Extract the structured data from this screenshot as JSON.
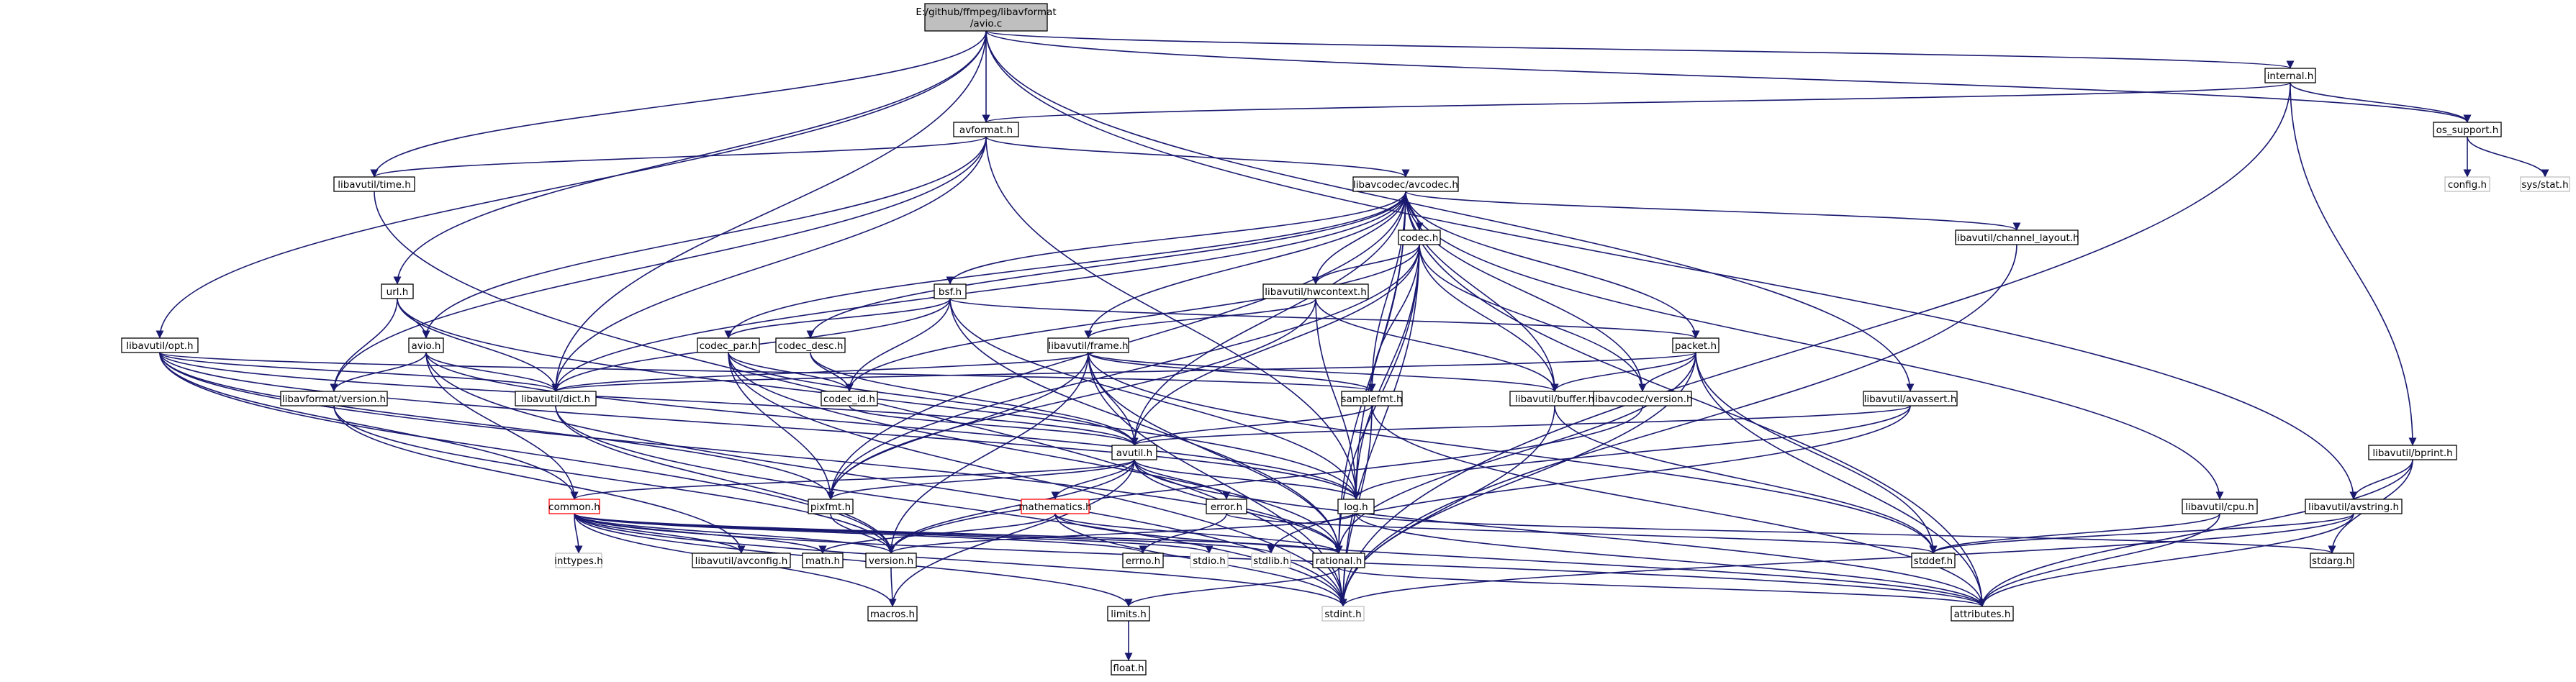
{
  "graph": {
    "title": "E:/github/ffmpeg/libavformat/avio.c",
    "nodes": [
      {
        "id": "root",
        "label": [
          "E:/github/ffmpeg/libavformat",
          "/avio.c"
        ],
        "kind": "root"
      },
      {
        "id": "avformat_h",
        "label": [
          "avformat.h"
        ],
        "kind": "normal"
      },
      {
        "id": "internal_h",
        "label": [
          "internal.h"
        ],
        "kind": "normal"
      },
      {
        "id": "os_support_h",
        "label": [
          "os_support.h"
        ],
        "kind": "normal"
      },
      {
        "id": "config_h",
        "label": [
          "config.h"
        ],
        "kind": "system"
      },
      {
        "id": "sys_stat_h",
        "label": [
          "sys/stat.h"
        ],
        "kind": "system"
      },
      {
        "id": "libavutil_time_h",
        "label": [
          "libavutil/time.h"
        ],
        "kind": "normal"
      },
      {
        "id": "libavcodec_avcodec_h",
        "label": [
          "libavcodec/avcodec.h"
        ],
        "kind": "normal"
      },
      {
        "id": "codec_h",
        "label": [
          "codec.h"
        ],
        "kind": "normal"
      },
      {
        "id": "libavutil_channel_layout_h",
        "label": [
          "libavutil/channel_layout.h"
        ],
        "kind": "normal"
      },
      {
        "id": "url_h",
        "label": [
          "url.h"
        ],
        "kind": "normal"
      },
      {
        "id": "bsf_h",
        "label": [
          "bsf.h"
        ],
        "kind": "normal"
      },
      {
        "id": "libavutil_hwcontext_h",
        "label": [
          "libavutil/hwcontext.h"
        ],
        "kind": "normal"
      },
      {
        "id": "libavutil_opt_h",
        "label": [
          "libavutil/opt.h"
        ],
        "kind": "normal"
      },
      {
        "id": "avio_h",
        "label": [
          "avio.h"
        ],
        "kind": "normal"
      },
      {
        "id": "codec_par_h",
        "label": [
          "codec_par.h"
        ],
        "kind": "normal"
      },
      {
        "id": "codec_desc_h",
        "label": [
          "codec_desc.h"
        ],
        "kind": "normal"
      },
      {
        "id": "libavutil_frame_h",
        "label": [
          "libavutil/frame.h"
        ],
        "kind": "normal"
      },
      {
        "id": "packet_h",
        "label": [
          "packet.h"
        ],
        "kind": "normal"
      },
      {
        "id": "libavformat_version_h",
        "label": [
          "libavformat/version.h"
        ],
        "kind": "normal"
      },
      {
        "id": "libavutil_dict_h",
        "label": [
          "libavutil/dict.h"
        ],
        "kind": "normal"
      },
      {
        "id": "codec_id_h",
        "label": [
          "codec_id.h"
        ],
        "kind": "normal"
      },
      {
        "id": "samplefmt_h",
        "label": [
          "samplefmt.h"
        ],
        "kind": "normal"
      },
      {
        "id": "libavutil_buffer_h",
        "label": [
          "libavutil/buffer.h"
        ],
        "kind": "normal"
      },
      {
        "id": "libavcodec_version_h",
        "label": [
          "libavcodec/version.h"
        ],
        "kind": "normal"
      },
      {
        "id": "libavutil_avassert_h",
        "label": [
          "libavutil/avassert.h"
        ],
        "kind": "normal"
      },
      {
        "id": "avutil_h",
        "label": [
          "avutil.h"
        ],
        "kind": "normal"
      },
      {
        "id": "libavutil_bprint_h",
        "label": [
          "libavutil/bprint.h"
        ],
        "kind": "normal"
      },
      {
        "id": "common_h",
        "label": [
          "common.h"
        ],
        "kind": "incomplete"
      },
      {
        "id": "pixfmt_h",
        "label": [
          "pixfmt.h"
        ],
        "kind": "normal"
      },
      {
        "id": "mathematics_h",
        "label": [
          "mathematics.h"
        ],
        "kind": "incomplete"
      },
      {
        "id": "error_h",
        "label": [
          "error.h"
        ],
        "kind": "normal"
      },
      {
        "id": "log_h",
        "label": [
          "log.h"
        ],
        "kind": "normal"
      },
      {
        "id": "libavutil_cpu_h",
        "label": [
          "libavutil/cpu.h"
        ],
        "kind": "normal"
      },
      {
        "id": "libavutil_avstring_h",
        "label": [
          "libavutil/avstring.h"
        ],
        "kind": "normal"
      },
      {
        "id": "inttypes_h",
        "label": [
          "inttypes.h"
        ],
        "kind": "system"
      },
      {
        "id": "libavutil_avconfig_h",
        "label": [
          "libavutil/avconfig.h"
        ],
        "kind": "normal"
      },
      {
        "id": "math_h",
        "label": [
          "math.h"
        ],
        "kind": "normal"
      },
      {
        "id": "version_h",
        "label": [
          "version.h"
        ],
        "kind": "normal"
      },
      {
        "id": "errno_h",
        "label": [
          "errno.h"
        ],
        "kind": "normal"
      },
      {
        "id": "stdio_h",
        "label": [
          "stdio.h"
        ],
        "kind": "system"
      },
      {
        "id": "stdlib_h",
        "label": [
          "stdlib.h"
        ],
        "kind": "system"
      },
      {
        "id": "rational_h",
        "label": [
          "rational.h"
        ],
        "kind": "normal"
      },
      {
        "id": "stddef_h",
        "label": [
          "stddef.h"
        ],
        "kind": "normal"
      },
      {
        "id": "stdarg_h",
        "label": [
          "stdarg.h"
        ],
        "kind": "normal"
      },
      {
        "id": "macros_h",
        "label": [
          "macros.h"
        ],
        "kind": "normal"
      },
      {
        "id": "limits_h",
        "label": [
          "limits.h"
        ],
        "kind": "normal"
      },
      {
        "id": "stdint_h",
        "label": [
          "stdint.h"
        ],
        "kind": "system"
      },
      {
        "id": "attributes_h",
        "label": [
          "attributes.h"
        ],
        "kind": "normal"
      },
      {
        "id": "float_h",
        "label": [
          "float.h"
        ],
        "kind": "normal"
      }
    ],
    "edges": [
      [
        "root",
        "avformat_h"
      ],
      [
        "root",
        "internal_h"
      ],
      [
        "root",
        "os_support_h"
      ],
      [
        "root",
        "libavutil_time_h"
      ],
      [
        "root",
        "url_h"
      ],
      [
        "root",
        "libavutil_opt_h"
      ],
      [
        "root",
        "libavutil_dict_h"
      ],
      [
        "root",
        "libavutil_avassert_h"
      ],
      [
        "root",
        "libavutil_avstring_h"
      ],
      [
        "internal_h",
        "os_support_h"
      ],
      [
        "internal_h",
        "avformat_h"
      ],
      [
        "internal_h",
        "libavutil_bprint_h"
      ],
      [
        "internal_h",
        "stdint_h"
      ],
      [
        "os_support_h",
        "config_h"
      ],
      [
        "os_support_h",
        "sys_stat_h"
      ],
      [
        "avformat_h",
        "libavutil_time_h"
      ],
      [
        "avformat_h",
        "libavcodec_avcodec_h"
      ],
      [
        "avformat_h",
        "avio_h"
      ],
      [
        "avformat_h",
        "libavformat_version_h"
      ],
      [
        "avformat_h",
        "libavutil_dict_h"
      ],
      [
        "avformat_h",
        "log_h"
      ],
      [
        "libavutil_time_h",
        "stdint_h"
      ],
      [
        "libavcodec_avcodec_h",
        "codec_h"
      ],
      [
        "libavcodec_avcodec_h",
        "libavutil_channel_layout_h"
      ],
      [
        "libavcodec_avcodec_h",
        "bsf_h"
      ],
      [
        "libavcodec_avcodec_h",
        "libavutil_hwcontext_h"
      ],
      [
        "libavcodec_avcodec_h",
        "codec_par_h"
      ],
      [
        "libavcodec_avcodec_h",
        "codec_desc_h"
      ],
      [
        "libavcodec_avcodec_h",
        "libavutil_frame_h"
      ],
      [
        "libavcodec_avcodec_h",
        "packet_h"
      ],
      [
        "libavcodec_avcodec_h",
        "libavutil_dict_h"
      ],
      [
        "libavcodec_avcodec_h",
        "samplefmt_h"
      ],
      [
        "libavcodec_avcodec_h",
        "libavutil_buffer_h"
      ],
      [
        "libavcodec_avcodec_h",
        "libavcodec_version_h"
      ],
      [
        "libavcodec_avcodec_h",
        "avutil_h"
      ],
      [
        "libavcodec_avcodec_h",
        "pixfmt_h"
      ],
      [
        "libavcodec_avcodec_h",
        "log_h"
      ],
      [
        "libavcodec_avcodec_h",
        "rational_h"
      ],
      [
        "libavcodec_avcodec_h",
        "libavutil_cpu_h"
      ],
      [
        "libavcodec_avcodec_h",
        "attributes_h"
      ],
      [
        "codec_h",
        "libavutil_hwcontext_h"
      ],
      [
        "codec_h",
        "codec_id_h"
      ],
      [
        "codec_h",
        "samplefmt_h"
      ],
      [
        "codec_h",
        "libavcodec_version_h"
      ],
      [
        "codec_h",
        "avutil_h"
      ],
      [
        "codec_h",
        "log_h"
      ],
      [
        "codec_h",
        "pixfmt_h"
      ],
      [
        "codec_h",
        "rational_h"
      ],
      [
        "codec_h",
        "libavutil_buffer_h"
      ],
      [
        "codec_h",
        "stdint_h"
      ],
      [
        "libavutil_channel_layout_h",
        "stdint_h"
      ],
      [
        "url_h",
        "avio_h"
      ],
      [
        "url_h",
        "libavformat_version_h"
      ],
      [
        "url_h",
        "libavutil_dict_h"
      ],
      [
        "url_h",
        "log_h"
      ],
      [
        "bsf_h",
        "codec_par_h"
      ],
      [
        "bsf_h",
        "codec_id_h"
      ],
      [
        "bsf_h",
        "packet_h"
      ],
      [
        "bsf_h",
        "libavutil_dict_h"
      ],
      [
        "bsf_h",
        "log_h"
      ],
      [
        "bsf_h",
        "rational_h"
      ],
      [
        "libavutil_hwcontext_h",
        "libavutil_buffer_h"
      ],
      [
        "libavutil_hwcontext_h",
        "libavutil_frame_h"
      ],
      [
        "libavutil_hwcontext_h",
        "log_h"
      ],
      [
        "libavutil_hwcontext_h",
        "pixfmt_h"
      ],
      [
        "libavutil_opt_h",
        "libavutil_dict_h"
      ],
      [
        "libavutil_opt_h",
        "avutil_h"
      ],
      [
        "libavutil_opt_h",
        "log_h"
      ],
      [
        "libavutil_opt_h",
        "pixfmt_h"
      ],
      [
        "libavutil_opt_h",
        "rational_h"
      ],
      [
        "libavutil_opt_h",
        "samplefmt_h"
      ],
      [
        "libavutil_opt_h",
        "version_h"
      ],
      [
        "libavutil_opt_h",
        "common_h"
      ],
      [
        "avio_h",
        "libavformat_version_h"
      ],
      [
        "avio_h",
        "libavutil_dict_h"
      ],
      [
        "avio_h",
        "common_h"
      ],
      [
        "avio_h",
        "log_h"
      ],
      [
        "avio_h",
        "stdint_h"
      ],
      [
        "codec_par_h",
        "codec_id_h"
      ],
      [
        "codec_par_h",
        "avutil_h"
      ],
      [
        "codec_par_h",
        "pixfmt_h"
      ],
      [
        "codec_par_h",
        "rational_h"
      ],
      [
        "codec_par_h",
        "stdint_h"
      ],
      [
        "codec_desc_h",
        "codec_id_h"
      ],
      [
        "codec_desc_h",
        "avutil_h"
      ],
      [
        "libavutil_frame_h",
        "avutil_h"
      ],
      [
        "libavutil_frame_h",
        "libavutil_buffer_h"
      ],
      [
        "libavutil_frame_h",
        "libavutil_dict_h"
      ],
      [
        "libavutil_frame_h",
        "rational_h"
      ],
      [
        "libavutil_frame_h",
        "samplefmt_h"
      ],
      [
        "libavutil_frame_h",
        "pixfmt_h"
      ],
      [
        "libavutil_frame_h",
        "version_h"
      ],
      [
        "libavutil_frame_h",
        "stddef_h"
      ],
      [
        "libavutil_frame_h",
        "stdint_h"
      ],
      [
        "packet_h",
        "libavutil_buffer_h"
      ],
      [
        "packet_h",
        "libavutil_dict_h"
      ],
      [
        "packet_h",
        "libavcodec_version_h"
      ],
      [
        "packet_h",
        "rational_h"
      ],
      [
        "packet_h",
        "stddef_h"
      ],
      [
        "packet_h",
        "stdint_h"
      ],
      [
        "packet_h",
        "attributes_h"
      ],
      [
        "libavformat_version_h",
        "version_h"
      ],
      [
        "libavformat_version_h",
        "libavutil_avconfig_h"
      ],
      [
        "libavutil_dict_h",
        "stdint_h"
      ],
      [
        "libavutil_dict_h",
        "version_h"
      ],
      [
        "codec_id_h",
        "avutil_h"
      ],
      [
        "samplefmt_h",
        "avutil_h"
      ],
      [
        "samplefmt_h",
        "attributes_h"
      ],
      [
        "samplefmt_h",
        "stdint_h"
      ],
      [
        "libavutil_buffer_h",
        "stdint_h"
      ],
      [
        "libavutil_buffer_h",
        "stddef_h"
      ],
      [
        "libavcodec_version_h",
        "version_h"
      ],
      [
        "libavutil_avassert_h",
        "avutil_h"
      ],
      [
        "libavutil_avassert_h",
        "log_h"
      ],
      [
        "libavutil_avassert_h",
        "stdlib_h"
      ],
      [
        "libavutil_bprint_h",
        "libavutil_avstring_h"
      ],
      [
        "libavutil_bprint_h",
        "attributes_h"
      ],
      [
        "libavutil_bprint_h",
        "stdarg_h"
      ],
      [
        "avutil_h",
        "common_h"
      ],
      [
        "avutil_h",
        "error_h"
      ],
      [
        "avutil_h",
        "log_h"
      ],
      [
        "avutil_h",
        "mathematics_h"
      ],
      [
        "avutil_h",
        "pixfmt_h"
      ],
      [
        "avutil_h",
        "rational_h"
      ],
      [
        "avutil_h",
        "version_h"
      ],
      [
        "avutil_h",
        "macros_h"
      ],
      [
        "avutil_h",
        "attributes_h"
      ],
      [
        "common_h",
        "inttypes_h"
      ],
      [
        "common_h",
        "libavutil_avconfig_h"
      ],
      [
        "common_h",
        "math_h"
      ],
      [
        "common_h",
        "version_h"
      ],
      [
        "common_h",
        "errno_h"
      ],
      [
        "common_h",
        "stdio_h"
      ],
      [
        "common_h",
        "stdlib_h"
      ],
      [
        "common_h",
        "macros_h"
      ],
      [
        "common_h",
        "attributes_h"
      ],
      [
        "common_h",
        "stdint_h"
      ],
      [
        "common_h",
        "limits_h"
      ],
      [
        "common_h",
        "rational_h"
      ],
      [
        "pixfmt_h",
        "version_h"
      ],
      [
        "mathematics_h",
        "rational_h"
      ],
      [
        "mathematics_h",
        "stdint_h"
      ],
      [
        "mathematics_h",
        "attributes_h"
      ],
      [
        "mathematics_h",
        "math_h"
      ],
      [
        "error_h",
        "errno_h"
      ],
      [
        "error_h",
        "stddef_h"
      ],
      [
        "log_h",
        "version_h"
      ],
      [
        "log_h",
        "stdarg_h"
      ],
      [
        "log_h",
        "attributes_h"
      ],
      [
        "libavutil_cpu_h",
        "stddef_h"
      ],
      [
        "libavutil_cpu_h",
        "attributes_h"
      ],
      [
        "libavutil_avstring_h",
        "stddef_h"
      ],
      [
        "libavutil_avstring_h",
        "stdint_h"
      ],
      [
        "libavutil_avstring_h",
        "attributes_h"
      ],
      [
        "rational_h",
        "stdint_h"
      ],
      [
        "rational_h",
        "limits_h"
      ],
      [
        "rational_h",
        "attributes_h"
      ],
      [
        "version_h",
        "macros_h"
      ],
      [
        "limits_h",
        "float_h"
      ]
    ]
  }
}
